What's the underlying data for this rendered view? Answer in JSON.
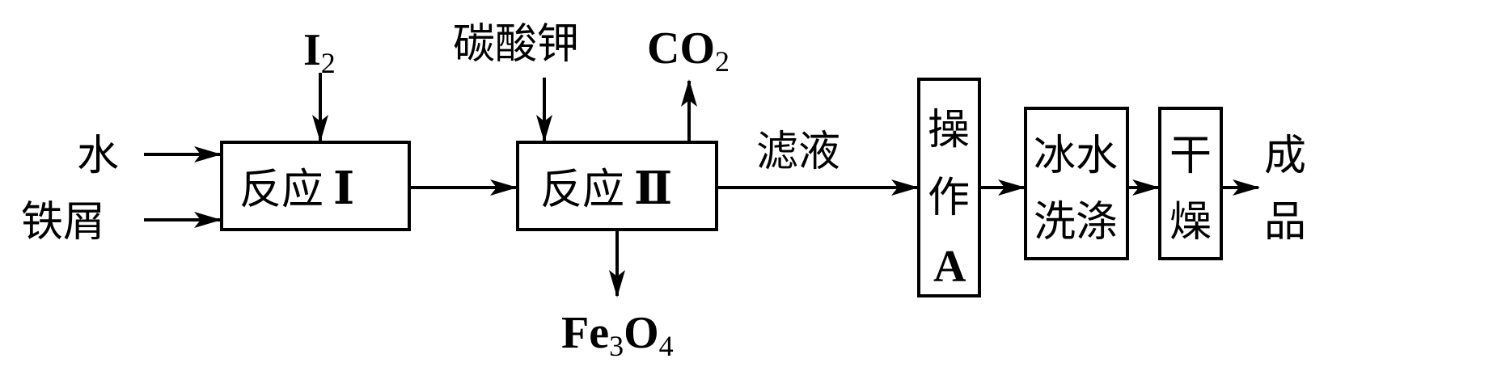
{
  "diagram": {
    "inputs": {
      "water": "水",
      "iron_scraps": "铁屑",
      "iodine": {
        "base": "I",
        "subscript": "2"
      },
      "potassium_carbonate": "碳酸钾"
    },
    "reaction1": {
      "label": "反应",
      "numeral": "Ⅰ"
    },
    "reaction2": {
      "label": "反应",
      "numeral": "Ⅱ"
    },
    "outputs": {
      "co2": {
        "base": "CO",
        "subscript": "2"
      },
      "fe3o4": {
        "parts": [
          "Fe",
          "3",
          "O",
          "4"
        ]
      },
      "filtrate": "滤液"
    },
    "operation_a": {
      "line1": "操",
      "line2": "作",
      "line3": "A"
    },
    "ice_wash": {
      "line1": "冰水",
      "line2": "洗涤"
    },
    "drying": {
      "line1": "干",
      "line2": "燥"
    },
    "product": {
      "line1": "成",
      "line2": "品"
    },
    "colors": {
      "stroke": "#000000",
      "background": "#ffffff"
    }
  }
}
